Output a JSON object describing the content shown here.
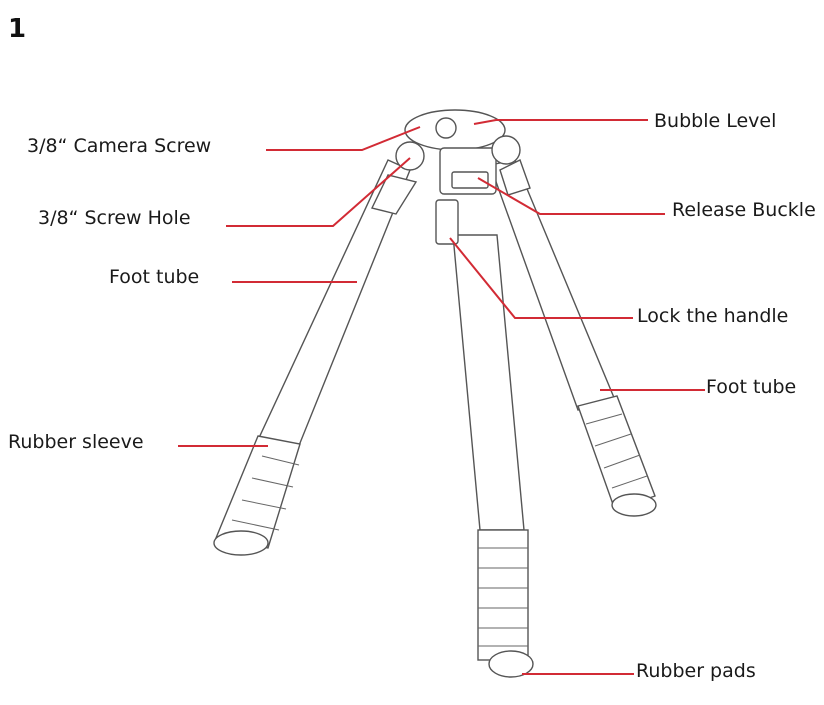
{
  "step_number": "1",
  "labels": {
    "camera_screw": "3/8“ Camera Screw",
    "screw_hole": "3/8“ Screw Hole",
    "foot_tube_left": "Foot tube",
    "rubber_sleeve": "Rubber sleeve",
    "bubble_level": "Bubble Level",
    "release_buckle": "Release Buckle",
    "lock_handle": "Lock the handle",
    "foot_tube_right": "Foot tube",
    "rubber_pads": "Rubber pads"
  },
  "colors": {
    "leader_line": "#d22b35",
    "outline": "#555555",
    "text": "#1a1a1a"
  }
}
